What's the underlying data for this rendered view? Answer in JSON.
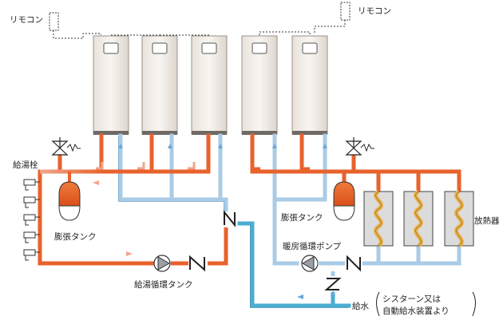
{
  "labels": {
    "remote_left": "リモコン",
    "remote_right": "リモコン",
    "hot_water_tap": "給湯栓",
    "expansion_tank_left": "膨張タンク",
    "expansion_tank_right": "膨張タンク",
    "hot_water_circ_tank": "給湯循環タンク",
    "heating_circ_pump": "暖房循環ポンプ",
    "radiator": "放熱器",
    "water_supply": "給水",
    "water_supply_note_1": "シスターン又は",
    "water_supply_note_2": "自動給水装置より"
  },
  "colors": {
    "hot_pipe": "#e8622c",
    "cold_pipe": "#a9cbe6",
    "supply_pipe": "#4aaed0",
    "heater_body": "#f5f0ea",
    "tank": "#e9601f",
    "coil": "#e8b24a"
  }
}
